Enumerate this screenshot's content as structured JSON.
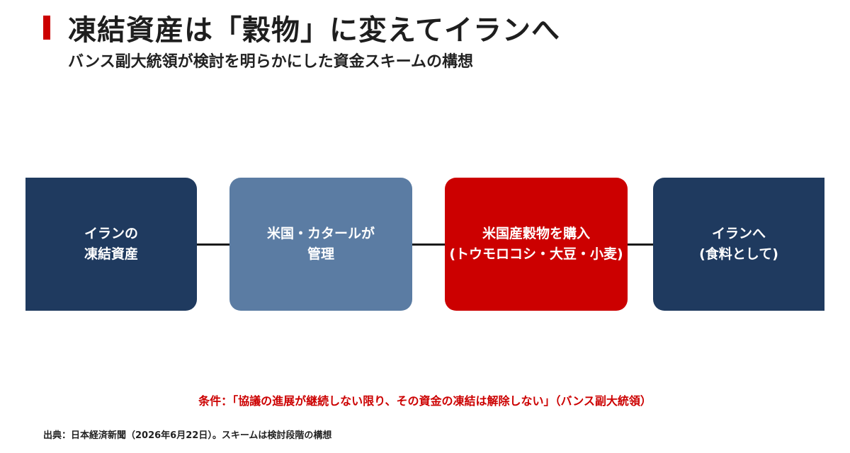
{
  "header": {
    "title": "凍結資産は「穀物」に変えてイランへ",
    "subtitle": "バンス副大統領が検討を明らかにした資金スキームの構想"
  },
  "flow": {
    "steps": [
      {
        "line1": "イランの",
        "line2": "凍結資産",
        "color": "#1f3a5f"
      },
      {
        "line1": "米国・カタールが",
        "line2": "管理",
        "color": "#5b7ca3"
      },
      {
        "line1": "米国産穀物を購入",
        "line2": "(トウモロコシ・大豆・小麦)",
        "color": "#cc0000"
      },
      {
        "line1": "イランへ",
        "line2": "(食料として)",
        "color": "#1f3a5f"
      }
    ]
  },
  "condition": "条件：「協議の進展が継続しない限り、その資金の凍結は解除しない」（バンス副大統領）",
  "source": "出典：日本経済新聞（2026年6月22日）。スキームは検討段階の構想",
  "colors": {
    "accent": "#cc0000",
    "navy": "#1f3a5f",
    "steel_blue": "#5b7ca3",
    "red": "#cc0000",
    "connector": "#1a1a1a"
  }
}
